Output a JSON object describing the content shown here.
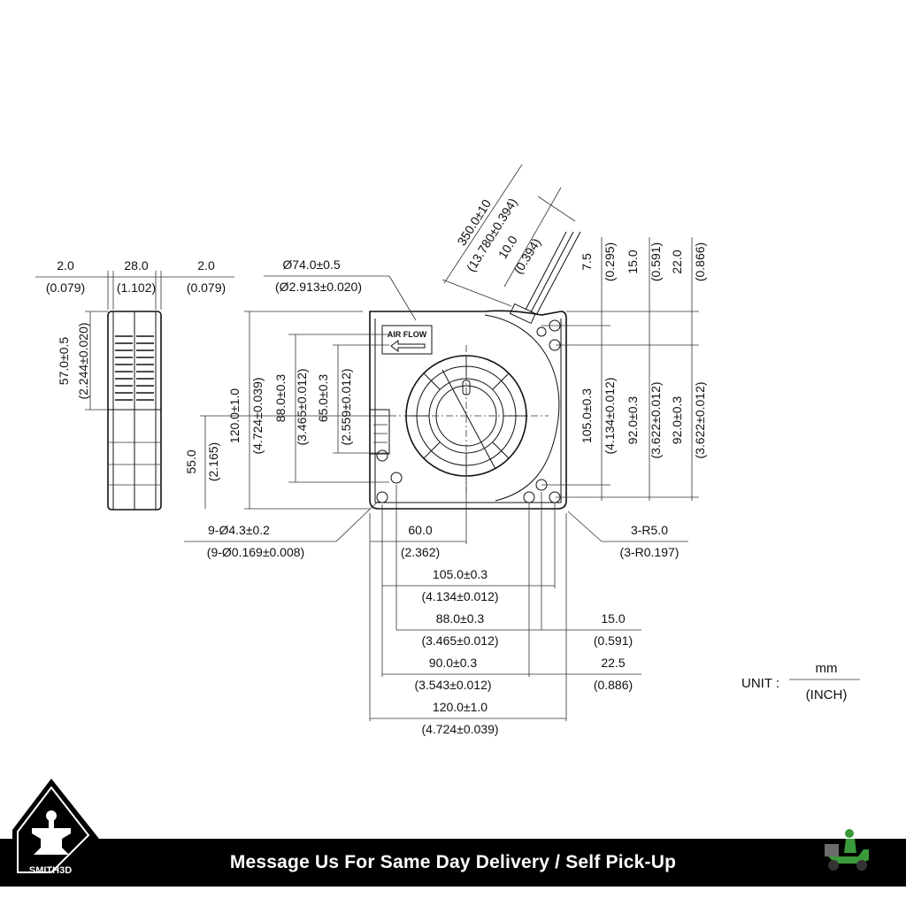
{
  "dims": {
    "side_w_left_mm": "2.0",
    "side_w_left_in": "(0.079)",
    "side_w_mid_mm": "28.0",
    "side_w_mid_in": "(1.102)",
    "side_w_right_mm": "2.0",
    "side_w_right_in": "(0.079)",
    "side_h_mm": "57.0±0.5",
    "side_h_in": "(2.244±0.020)",
    "dia_mm": "Ø74.0±0.5",
    "dia_in": "(Ø2.913±0.020)",
    "cable_mm": "350.0±10",
    "cable_in": "(13.780±0.394)",
    "strip_mm": "10.0",
    "strip_in": "(0.394)",
    "r_7_5_mm": "7.5",
    "r_7_5_in": "(0.295)",
    "r_15_mm": "15.0",
    "r_15_in": "(0.591)",
    "r_22_mm": "22.0",
    "r_22_in": "(0.866)",
    "l_55_mm": "55.0",
    "l_55_in": "(2.165)",
    "l_120_mm": "120.0±1.0",
    "l_120_in": "(4.724±0.039)",
    "l_88_mm": "88.0±0.3",
    "l_88_in": "(3.465±0.012)",
    "l_65_mm": "65.0±0.3",
    "l_65_in": "(2.559±0.012)",
    "r_105_mm": "105.0±0.3",
    "r_105_in": "(4.134±0.012)",
    "r_92a_mm": "92.0±0.3",
    "r_92a_in": "(3.622±0.012)",
    "r_92b_mm": "92.0±0.3",
    "r_92b_in": "(3.622±0.012)",
    "holes_mm": "9-Ø4.3±0.2",
    "holes_in": "(9-Ø0.169±0.008)",
    "radius_mm": "3-R5.0",
    "radius_in": "(3-R0.197)",
    "b_60_mm": "60.0",
    "b_60_in": "(2.362)",
    "b_105_mm": "105.0±0.3",
    "b_105_in": "(4.134±0.012)",
    "b_88_mm": "88.0±0.3",
    "b_88_in": "(3.465±0.012)",
    "b_15_mm": "15.0",
    "b_15_in": "(0.591)",
    "b_90_mm": "90.0±0.3",
    "b_90_in": "(3.543±0.012)",
    "b_22_mm": "22.5",
    "b_22_in": "(0.886)",
    "b_120_mm": "120.0±1.0",
    "b_120_in": "(4.724±0.039)"
  },
  "airflow_label": "AIR FLOW",
  "unit": {
    "label": "UNIT :",
    "mm": "mm",
    "inch": "(INCH)"
  },
  "footer": {
    "message": "Message Us For Same Day Delivery / Self Pick-Up"
  },
  "brand": {
    "name": "SMITH3D",
    "color": "#000000",
    "accent": "#3a9a3a"
  }
}
